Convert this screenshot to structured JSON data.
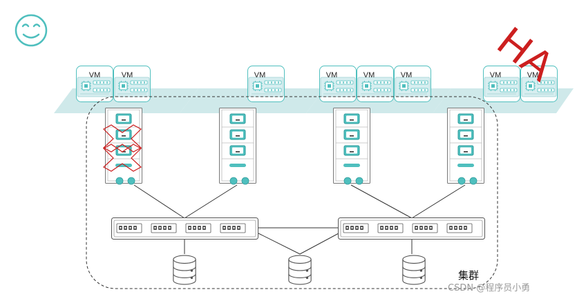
{
  "labels": {
    "vm": "VM",
    "ha": "HA",
    "cluster": "集群",
    "watermark": "CSDN @程序员小勇"
  },
  "vm_groups": [
    {
      "id": "group-1",
      "count": 2
    },
    {
      "id": "group-2",
      "count": 1
    },
    {
      "id": "group-3",
      "count": 3
    },
    {
      "id": "group-4",
      "count": 2
    }
  ],
  "hosts": [
    {
      "id": "host-1",
      "failed": true
    },
    {
      "id": "host-2",
      "failed": false
    },
    {
      "id": "host-3",
      "failed": false
    },
    {
      "id": "host-4",
      "failed": false
    }
  ],
  "switches": [
    {
      "id": "switch-left",
      "ports": 4
    },
    {
      "id": "switch-right",
      "ports": 4
    }
  ],
  "storage": [
    {
      "id": "storage-1"
    },
    {
      "id": "storage-2"
    },
    {
      "id": "storage-3"
    }
  ],
  "colors": {
    "accent": "#4fbfbe",
    "accent_dark": "#2f9d9c",
    "vm_band": "#cfe9ea",
    "line": "#333333",
    "failure": "#cc1f1f"
  },
  "icons": {
    "smiley": "smiley-icon"
  }
}
